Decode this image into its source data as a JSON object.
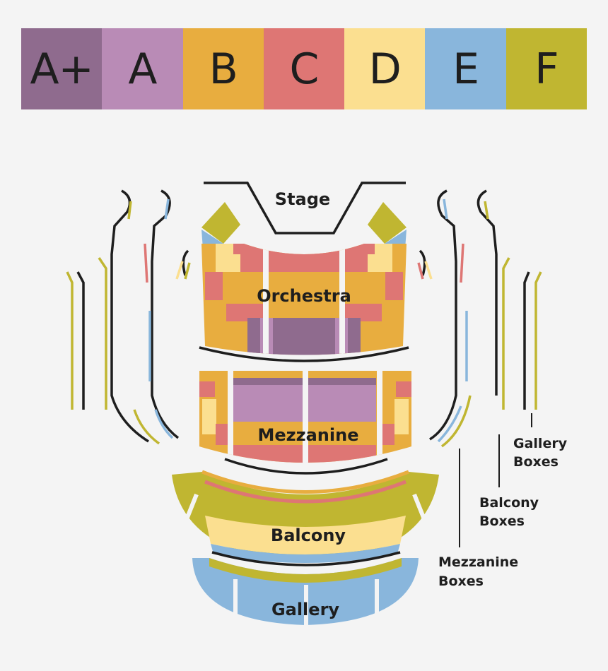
{
  "legend": [
    {
      "label": "A+",
      "color": "#8f6b8e"
    },
    {
      "label": "A",
      "color": "#b98bb6"
    },
    {
      "label": "B",
      "color": "#e8ad3f"
    },
    {
      "label": "C",
      "color": "#de7674"
    },
    {
      "label": "D",
      "color": "#fbdf90"
    },
    {
      "label": "E",
      "color": "#89b6dc"
    },
    {
      "label": "F",
      "color": "#c0b631"
    }
  ],
  "sections": {
    "stage": "Stage",
    "orchestra": "Orchestra",
    "mezzanine": "Mezzanine",
    "balcony": "Balcony",
    "gallery": "Gallery"
  },
  "boxes": {
    "gallery": {
      "line1": "Gallery",
      "line2": "Boxes"
    },
    "balcony": {
      "line1": "Balcony",
      "line2": "Boxes"
    },
    "mezzanine": {
      "line1": "Mezzanine",
      "line2": "Boxes"
    }
  }
}
